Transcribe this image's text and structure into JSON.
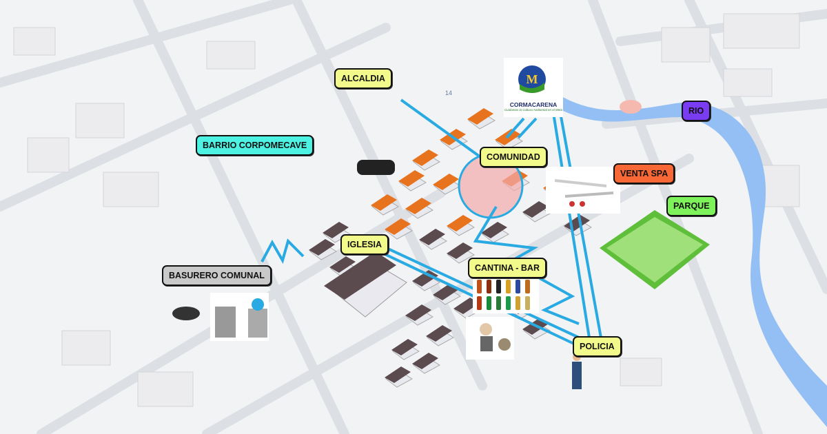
{
  "labels": {
    "alcaldia": "ALCALDIA",
    "barrio": "BARRIO CORPOMECAVE",
    "comunidad": "COMUNIDAD",
    "venta_spa": "VENTA SPA",
    "rio": "RIO",
    "parque": "PARQUE",
    "iglesia": "IGLESIA",
    "cantina": "CANTINA - BAR",
    "basurero": "BASURERO COMUNAL",
    "policia": "POLICIA"
  },
  "logo": {
    "name": "CORMACARENA",
    "tagline": "Cuidamos la Cultura Ambiental en el Meta"
  },
  "street_number": "14",
  "colors": {
    "yellow": "#f3fa8c",
    "cyan": "#4df2e2",
    "orange": "#f86836",
    "purple": "#7a3cf2",
    "green": "#7df25a",
    "gray": "#c9c9c9",
    "river": "#93bff5",
    "connector": "#29aae2"
  }
}
